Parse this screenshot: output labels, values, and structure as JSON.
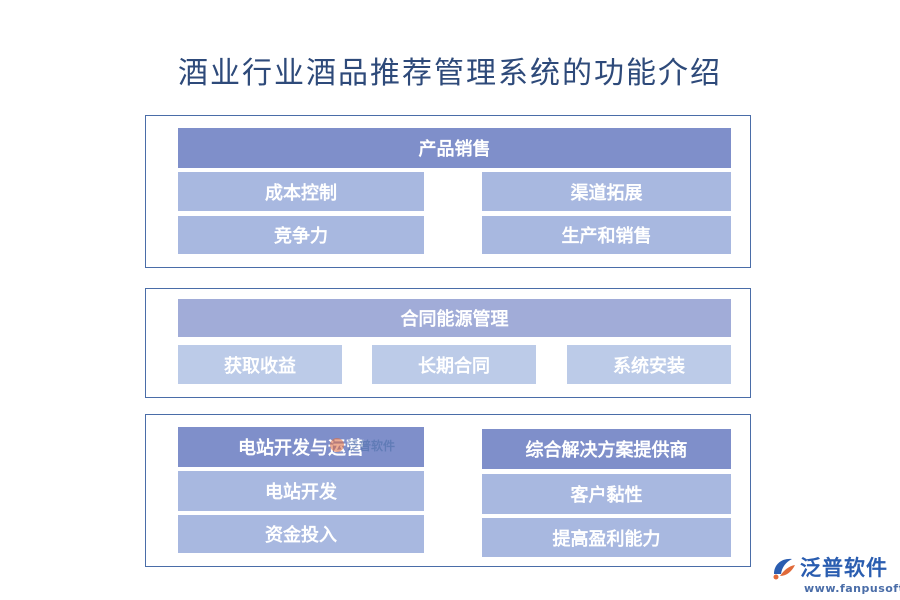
{
  "title": "酒业行业酒品推荐管理系统的功能介绍",
  "section1": {
    "header": "产品销售",
    "left": [
      "成本控制",
      "竞争力"
    ],
    "right": [
      "渠道拓展",
      "生产和销售"
    ]
  },
  "section2": {
    "header": "合同能源管理",
    "items": [
      "获取收益",
      "长期合同",
      "系统安装"
    ]
  },
  "section3": {
    "left": {
      "header": "电站开发与运营",
      "items": [
        "电站开发",
        "资金投入"
      ]
    },
    "right": {
      "header": "综合解决方案提供商",
      "items": [
        "客户黏性",
        "提高盈利能力"
      ]
    }
  },
  "watermark": {
    "text": "泛普软件"
  },
  "logo": {
    "name": "泛普软件",
    "url": "www.fanpusoft.com",
    "icon": "fanpu-logo-icon"
  },
  "colors": {
    "title": "#2e4a7a",
    "border": "#4a6da8",
    "header_dark": "#7f8fca",
    "header_mid": "#a1acd8",
    "item_mid": "#a8b8e0",
    "item_light": "#bccbe8",
    "logo_blue": "#2a5db0",
    "logo_orange": "#e06a3a"
  }
}
